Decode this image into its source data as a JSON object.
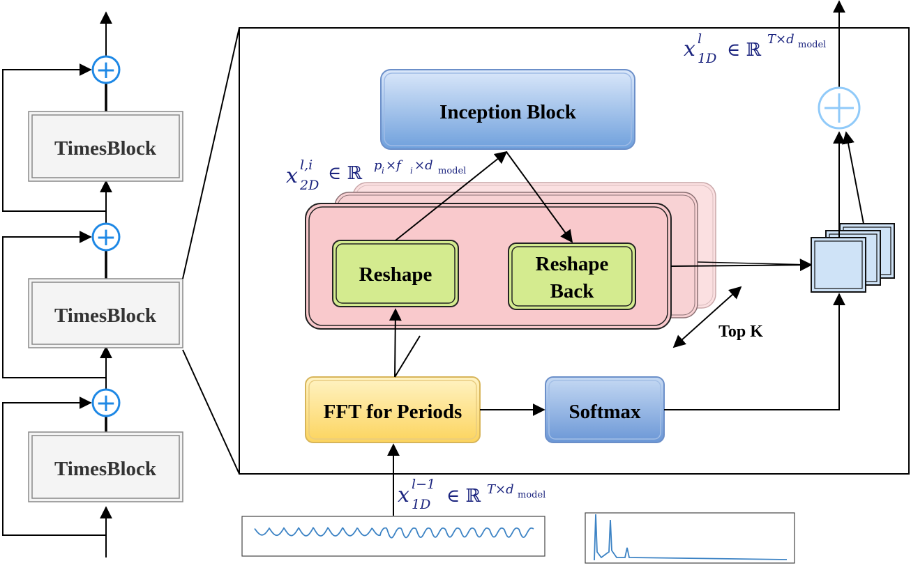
{
  "stack": {
    "blocks": [
      {
        "label": "TimesBlock"
      },
      {
        "label": "TimesBlock"
      },
      {
        "label": "TimesBlock"
      }
    ],
    "plus_symbol": "+"
  },
  "detail": {
    "inception_label": "Inception Block",
    "reshape_label": "Reshape",
    "reshape_back_line1": "Reshape",
    "reshape_back_line2": "Back",
    "fft_label": "FFT for Periods",
    "softmax_label": "Softmax",
    "topk_label": "Top K",
    "plus_symbol": "+"
  },
  "math": {
    "x2d": {
      "base": "x",
      "sup": "l,i",
      "sub": "2D",
      "rel": "∈ ℝ",
      "exp": "p",
      "exp_i1": "i",
      "exp_times1": "×f",
      "exp_i2": "i",
      "exp_times2": "×d",
      "exp_sub": "model"
    },
    "x1d_out": {
      "base": "x",
      "sup": "l",
      "sub": "1D",
      "rel": "∈ ℝ",
      "exp": "T×d",
      "exp_sub": "model"
    },
    "x1d_in": {
      "base": "x",
      "sup": "l−1",
      "sub": "1D",
      "rel": "∈ ℝ",
      "exp": "T×d",
      "exp_sub": "model"
    }
  },
  "colors": {
    "plus_blue": "#1e88e5",
    "plus_light_blue": "#90caf9",
    "inception_top": "#dbe8fa",
    "inception_bottom": "#6fa0dc",
    "reshape_fill": "#d4eb8f",
    "pink_fill": "#f9c9cc",
    "fft_top": "#fff3c4",
    "fft_bottom": "#fcd45e",
    "softmax_top": "#c5d9f3",
    "softmax_bottom": "#6b97d6",
    "signal_line": "#3b82c4"
  }
}
